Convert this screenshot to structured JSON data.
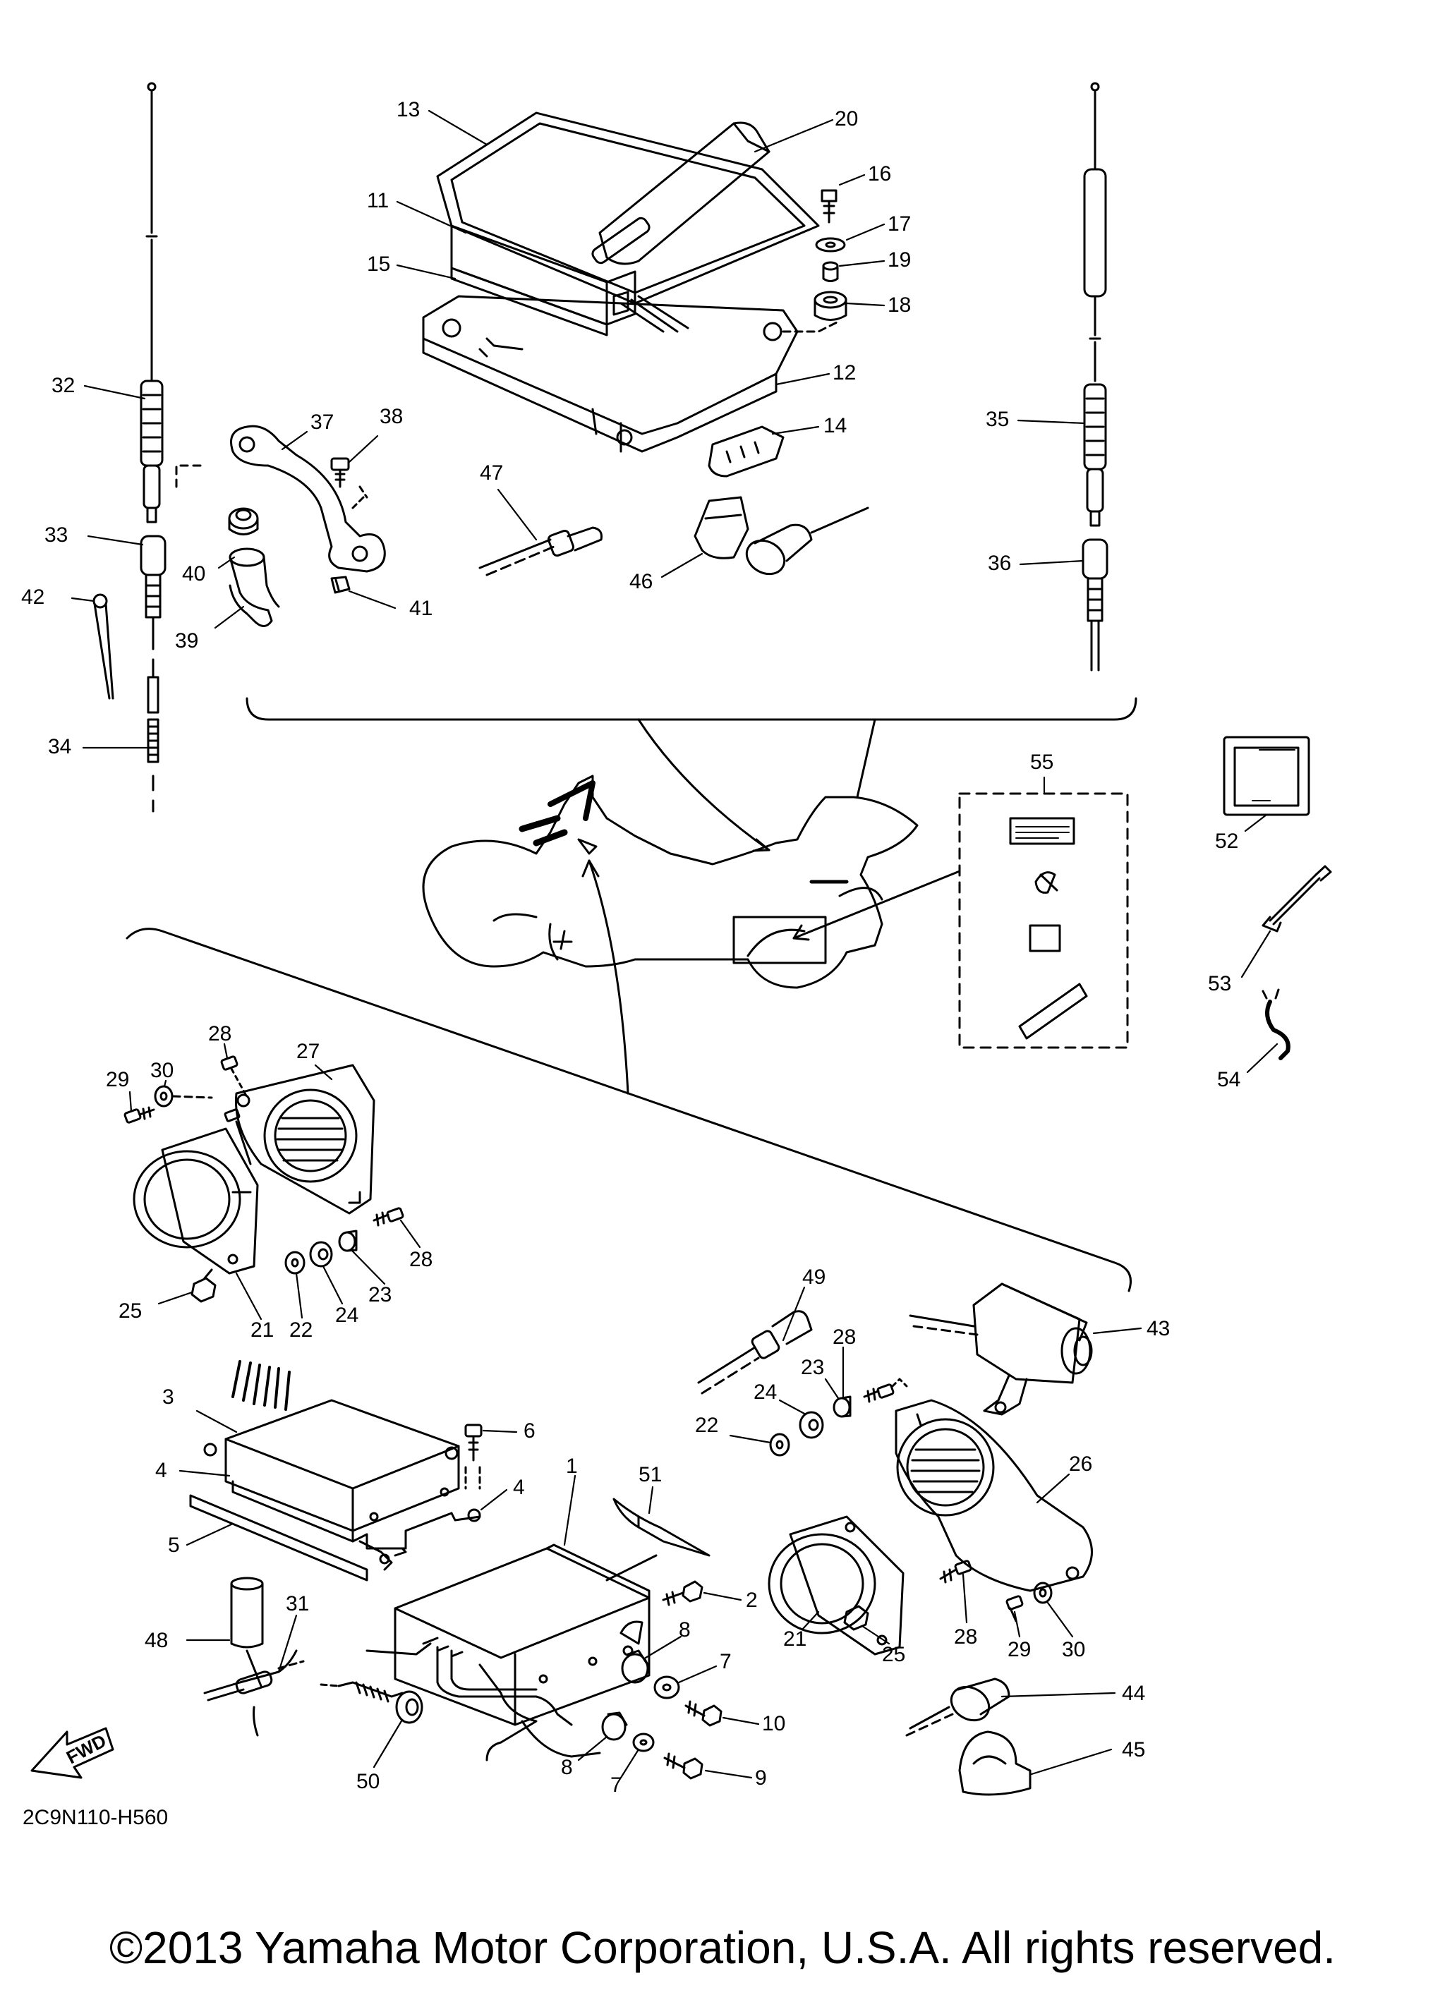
{
  "diagram": {
    "code": "2C9N110-H560",
    "fwd_label": "FWD",
    "copyright": "©2013 Yamaha Motor Corporation, U.S.A. All rights reserved.",
    "callouts": [
      {
        "id": "c1",
        "label": "1"
      },
      {
        "id": "c2",
        "label": "2"
      },
      {
        "id": "c3",
        "label": "3"
      },
      {
        "id": "c4a",
        "label": "4"
      },
      {
        "id": "c4b",
        "label": "4"
      },
      {
        "id": "c5",
        "label": "5"
      },
      {
        "id": "c6",
        "label": "6"
      },
      {
        "id": "c7a",
        "label": "7"
      },
      {
        "id": "c7b",
        "label": "7"
      },
      {
        "id": "c8a",
        "label": "8"
      },
      {
        "id": "c8b",
        "label": "8"
      },
      {
        "id": "c9",
        "label": "9"
      },
      {
        "id": "c10",
        "label": "10"
      },
      {
        "id": "c11",
        "label": "11"
      },
      {
        "id": "c12",
        "label": "12"
      },
      {
        "id": "c13",
        "label": "13"
      },
      {
        "id": "c14",
        "label": "14"
      },
      {
        "id": "c15",
        "label": "15"
      },
      {
        "id": "c16",
        "label": "16"
      },
      {
        "id": "c17",
        "label": "17"
      },
      {
        "id": "c18",
        "label": "18"
      },
      {
        "id": "c19",
        "label": "19"
      },
      {
        "id": "c20",
        "label": "20"
      },
      {
        "id": "c21a",
        "label": "21"
      },
      {
        "id": "c21b",
        "label": "21"
      },
      {
        "id": "c22a",
        "label": "22"
      },
      {
        "id": "c22b",
        "label": "22"
      },
      {
        "id": "c23a",
        "label": "23"
      },
      {
        "id": "c23b",
        "label": "23"
      },
      {
        "id": "c24a",
        "label": "24"
      },
      {
        "id": "c24b",
        "label": "24"
      },
      {
        "id": "c25a",
        "label": "25"
      },
      {
        "id": "c25b",
        "label": "25"
      },
      {
        "id": "c26",
        "label": "26"
      },
      {
        "id": "c27",
        "label": "27"
      },
      {
        "id": "c28a",
        "label": "28"
      },
      {
        "id": "c28b",
        "label": "28"
      },
      {
        "id": "c28c",
        "label": "28"
      },
      {
        "id": "c28d",
        "label": "28"
      },
      {
        "id": "c29a",
        "label": "29"
      },
      {
        "id": "c29b",
        "label": "29"
      },
      {
        "id": "c30a",
        "label": "30"
      },
      {
        "id": "c30b",
        "label": "30"
      },
      {
        "id": "c31",
        "label": "31"
      },
      {
        "id": "c32",
        "label": "32"
      },
      {
        "id": "c33",
        "label": "33"
      },
      {
        "id": "c34",
        "label": "34"
      },
      {
        "id": "c35",
        "label": "35"
      },
      {
        "id": "c36",
        "label": "36"
      },
      {
        "id": "c37",
        "label": "37"
      },
      {
        "id": "c38",
        "label": "38"
      },
      {
        "id": "c39",
        "label": "39"
      },
      {
        "id": "c40",
        "label": "40"
      },
      {
        "id": "c41",
        "label": "41"
      },
      {
        "id": "c42",
        "label": "42"
      },
      {
        "id": "c43",
        "label": "43"
      },
      {
        "id": "c44",
        "label": "44"
      },
      {
        "id": "c45",
        "label": "45"
      },
      {
        "id": "c46",
        "label": "46"
      },
      {
        "id": "c47",
        "label": "47"
      },
      {
        "id": "c48",
        "label": "48"
      },
      {
        "id": "c49",
        "label": "49"
      },
      {
        "id": "c50",
        "label": "50"
      },
      {
        "id": "c51",
        "label": "51"
      },
      {
        "id": "c52",
        "label": "52"
      },
      {
        "id": "c53",
        "label": "53"
      },
      {
        "id": "c54",
        "label": "54"
      },
      {
        "id": "c55",
        "label": "55"
      }
    ]
  }
}
